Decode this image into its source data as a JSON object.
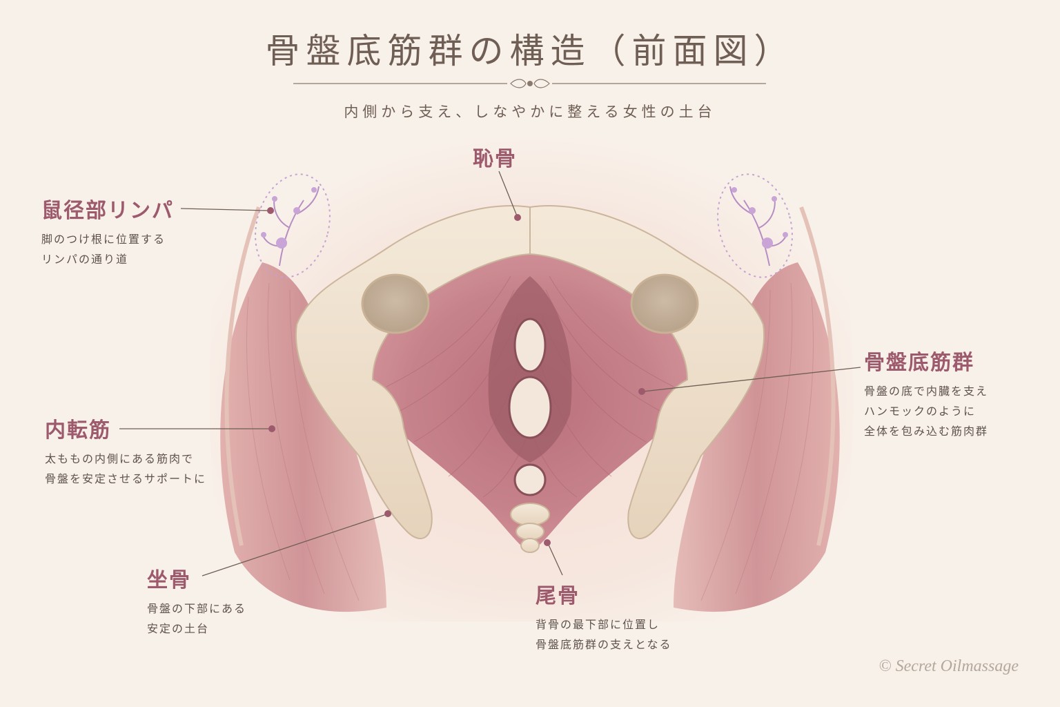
{
  "title": "骨盤底筋群の構造（前面図）",
  "subtitle": "内側から支え、しなやかに整える女性の土台",
  "labels": {
    "pubis": {
      "head": "恥骨"
    },
    "inguinal_lymph": {
      "head": "鼠径部リンパ",
      "desc": [
        "脚のつけ根に位置する",
        "リンパの通り道"
      ]
    },
    "adductor": {
      "head": "内転筋",
      "desc": [
        "太ももの内側にある筋肉で",
        "骨盤を安定させるサポートに"
      ]
    },
    "ischium": {
      "head": "坐骨",
      "desc": [
        "骨盤の下部にある",
        "安定の土台"
      ]
    },
    "pelvic_floor": {
      "head": "骨盤底筋群",
      "desc": [
        "骨盤の底で内臓を支え",
        "ハンモックのように",
        "全体を包み込む筋肉群"
      ]
    },
    "coccyx": {
      "head": "尾骨",
      "desc": [
        "背骨の最下部に位置し",
        "骨盤底筋群の支えとなる"
      ]
    }
  },
  "copyright": "© Secret Oilmassage",
  "colors": {
    "background": "#f8f1ea",
    "bone": "#efe2cf",
    "muscle": "#c27a84",
    "label_accent": "#9c5a6c",
    "lymph": "#b68ec2",
    "text": "#5e524b"
  }
}
